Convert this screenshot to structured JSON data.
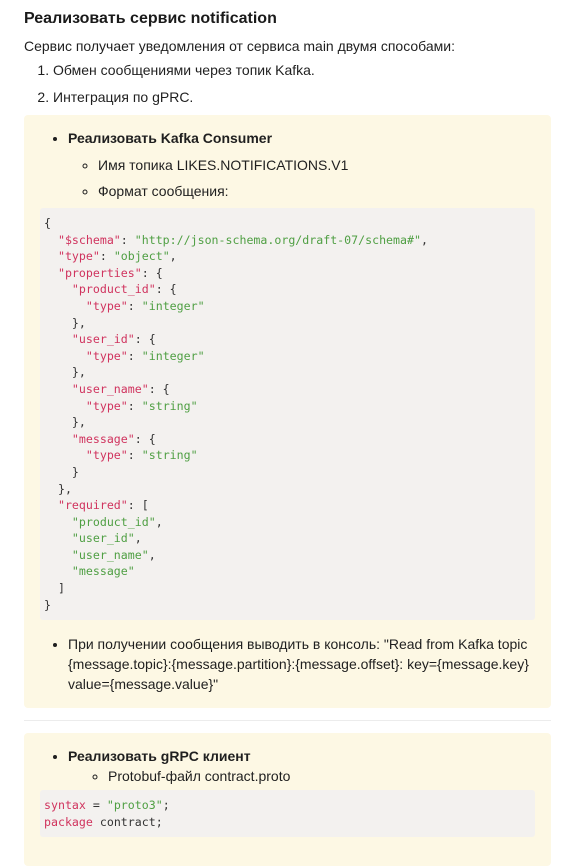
{
  "title": "Реализовать сервис notification",
  "intro": "Сервис получает уведомления от сервиса main двумя способами:",
  "steps": [
    "Обмен сообщениями через топик Kafka.",
    "Интеграция по gPRC."
  ],
  "kafka": {
    "heading": "Реализовать Kafka Consumer",
    "topic": "Имя топика LIKES.NOTIFICATIONS.V1",
    "format": "Формат сообщения:",
    "log_message": "При получении сообщения выводить в консоль: \"Read from Kafka topic {message.topic}:{message.partition}:{message.offset}: key={message.key} value={message.value}\""
  },
  "grpc": {
    "heading": "Реализовать gRPC клиент",
    "proto_file": "Protobuf-файл contract.proto",
    "code_lines": [
      "syntax = \"proto3\";",
      "package contract;"
    ]
  },
  "colors": {
    "card_bg": "#fdf8e4",
    "code_bg": "#f3f1ef",
    "key_color": "#d0335e",
    "string_color": "#4f9f43"
  }
}
